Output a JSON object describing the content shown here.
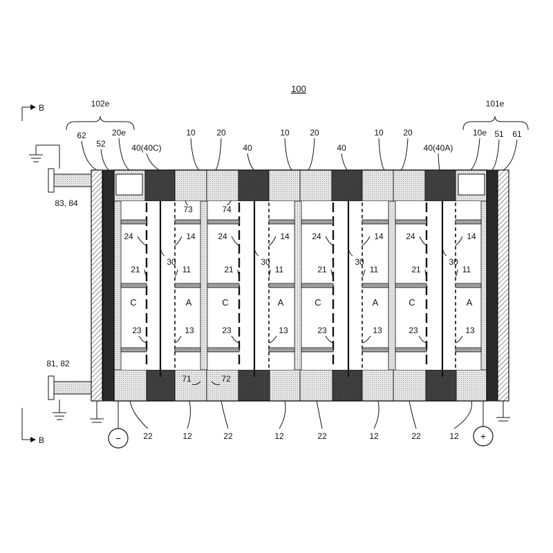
{
  "title": "100",
  "section": {
    "top": "B",
    "bottom": "B"
  },
  "end_groups": {
    "left": "102e",
    "right": "101e"
  },
  "top_labels": [
    "62",
    "52",
    "20e",
    "40(40C)",
    "10",
    "20",
    "40",
    "10",
    "20",
    "40",
    "10",
    "20",
    "40(40A)",
    "10e",
    "51",
    "61"
  ],
  "bottom_labels": [
    "22",
    "12",
    "22",
    "12",
    "22",
    "12",
    "22",
    "12"
  ],
  "inner_labels": [
    "73",
    "74",
    "24",
    "14",
    "24",
    "14",
    "24",
    "14",
    "24",
    "14",
    "30",
    "30",
    "30",
    "30",
    "21",
    "11",
    "21",
    "11",
    "21",
    "11",
    "21",
    "11",
    "23",
    "13",
    "23",
    "13",
    "23",
    "13",
    "23",
    "13",
    "71",
    "72"
  ],
  "cell_letters": [
    "C",
    "A",
    "C",
    "A",
    "C",
    "A",
    "C",
    "A"
  ],
  "ports": {
    "upper": "83, 84",
    "lower": "81, 82"
  },
  "terminals": {
    "negative": "−",
    "positive": "+"
  },
  "colors": {
    "line": "#111111",
    "dark": "#3c3c3c",
    "light": "#e0e0e0",
    "band": "#a8a8a8",
    "white": "#ffffff"
  }
}
